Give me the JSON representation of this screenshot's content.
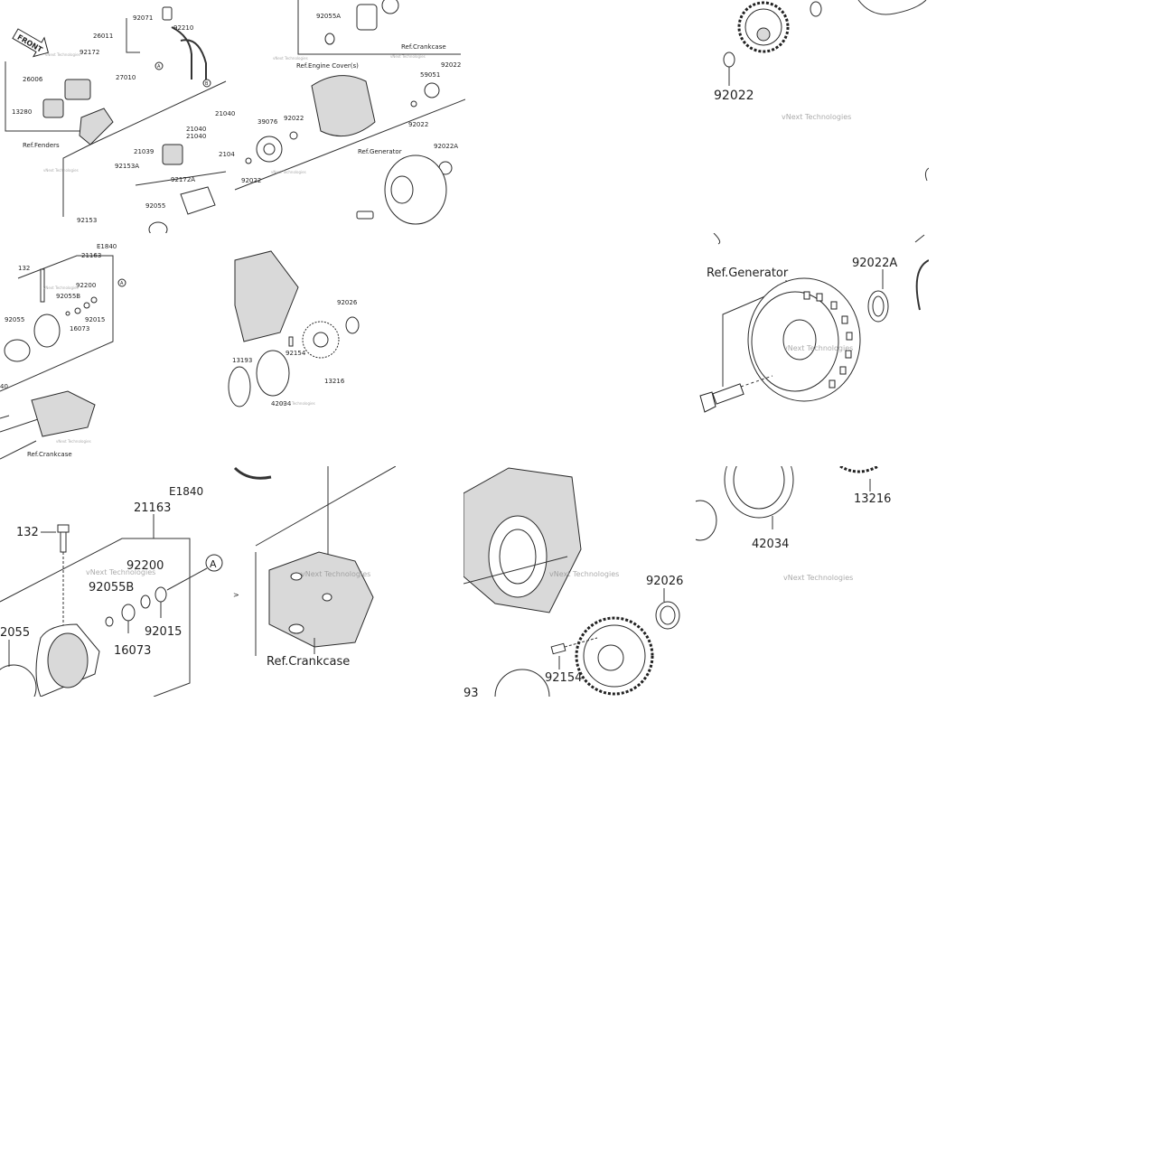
{
  "labels": {
    "front": "FRONT",
    "p92071": "92071",
    "p26011": "26011",
    "p92210": "92210",
    "p92172": "92172",
    "p26006": "26006",
    "p27010": "27010",
    "p13280": "13280",
    "ref_fenders": "Ref.Fenders",
    "p92055A": "92055A",
    "ref_crankcase": "Ref.Crankcase",
    "ref_engine_cover": "Ref.Engine Cover(s)",
    "p59051": "59051",
    "p92022": "92022",
    "p39076": "39076",
    "p92022A": "92022A",
    "ref_generator_small": "Ref.Generator",
    "p21040": "21040",
    "p21039": "21039",
    "p92153A": "92153A",
    "p92172A": "92172A",
    "p21040b": "21040",
    "p2104": "2104",
    "p92055": "92055",
    "p92153": "92153",
    "e1840": "E1840",
    "p21163": "21163",
    "p132": "132",
    "p92200": "92200",
    "p92055B": "92055B",
    "p92015": "92015",
    "p16073": "16073",
    "p40": "40",
    "p92026": "92026",
    "p13193": "13193",
    "p92154": "92154",
    "p13216": "13216",
    "p42034": "42034",
    "ref_generator": "Ref.Generator",
    "zoom_92022": "92022",
    "zoom_92022A": "92022A",
    "zoom_e1840": "E1840",
    "zoom_21163": "21163",
    "zoom_132": "132",
    "zoom_92200": "92200",
    "zoom_92055B": "92055B",
    "zoom_92015": "92015",
    "zoom_16073": "16073",
    "zoom_2055": "2055",
    "zoom_ref_crankcase": "Ref.Crankcase",
    "zoom_92026": "92026",
    "zoom_92154": "92154",
    "zoom_93": "93",
    "zoom_13216": "13216",
    "zoom_42034": "42034",
    "callout_a": "A",
    "callout_b": "B"
  },
  "watermark": "vNext Technologies"
}
